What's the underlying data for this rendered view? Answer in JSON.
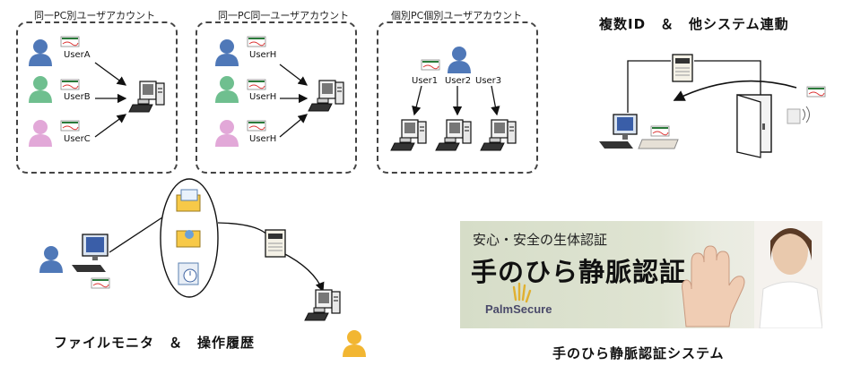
{
  "scenario1": {
    "caption": "同一PC別ユーザアカウント",
    "users": [
      "UserA",
      "UserB",
      "UserC"
    ]
  },
  "scenario2": {
    "caption": "同一PC同一ユーザアカウント",
    "users": [
      "UserH",
      "UserH",
      "UserH"
    ]
  },
  "scenario3": {
    "caption": "個別PC個別ユーザアカウント",
    "users": [
      "User1",
      "User2",
      "User3"
    ]
  },
  "multi_id": {
    "title": "複数ID　＆　他システム連動"
  },
  "file_monitor": {
    "title": "ファイルモニタ　＆　操作履歴"
  },
  "banner": {
    "subtitle": "安心・安全の生体認証",
    "title": "手のひら静脈認証",
    "logo": "PalmSecure"
  },
  "palm_system": {
    "title": "手のひら静脈認証システム"
  },
  "colors": {
    "user_blue": "#4f78b8",
    "user_green": "#6fbf8f",
    "user_pink": "#e2a8d8",
    "user_yellow": "#f2b632",
    "box_border": "#444444"
  }
}
